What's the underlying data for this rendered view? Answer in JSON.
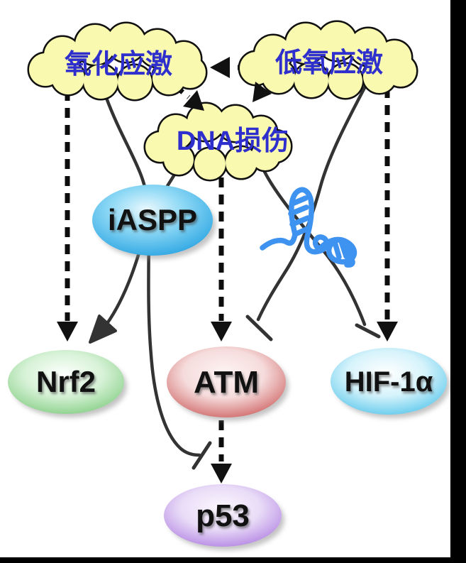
{
  "clouds": {
    "oxidative": {
      "label": "氧化应激"
    },
    "hypoxic": {
      "label": "低氧应激"
    },
    "dna_damage": {
      "label": "DNA损伤"
    }
  },
  "nodes": {
    "iaspp": {
      "label": "iASPP",
      "color": "#1E9EE0"
    },
    "nrf2": {
      "label": "Nrf2",
      "color": "#74C674"
    },
    "atm": {
      "label": "ATM",
      "color": "#C64A4A"
    },
    "hif1a": {
      "label": "HIF-1α",
      "color": "#41BEE8"
    },
    "p53": {
      "label": "p53",
      "color": "#A66FDE"
    }
  },
  "edges": [
    {
      "from": "低氧应激",
      "to": "氧化应激",
      "type": "dashed-arrow"
    },
    {
      "from": "氧化应激",
      "to": "DNA损伤",
      "type": "dashed-arrow"
    },
    {
      "from": "低氧应激",
      "to": "DNA损伤",
      "type": "dashed-arrow"
    },
    {
      "from": "氧化应激",
      "to": "Nrf2",
      "type": "dashed-arrow"
    },
    {
      "from": "DNA损伤",
      "to": "ATM",
      "type": "dashed-arrow"
    },
    {
      "from": "低氧应激",
      "to": "HIF-1α",
      "type": "dashed-arrow"
    },
    {
      "from": "ATM",
      "to": "p53",
      "type": "dashed-arrow"
    },
    {
      "from": "iASPP",
      "to": "Nrf2",
      "type": "solid-arrow"
    },
    {
      "from": "iASPP",
      "to": "p53",
      "type": "inhibition"
    },
    {
      "from": "DNA损伤",
      "to": "HIF-1α",
      "type": "inhibition"
    },
    {
      "from": "低氧应激",
      "to": "ATM",
      "type": "inhibition"
    }
  ],
  "icons": {
    "rna": "rna-squiggle-icon",
    "rna_color": "#3E92F0"
  },
  "colors": {
    "cloud_fill": "#FAF9B0",
    "cloud_outline": "#111111",
    "cloud_text": "#2F2FCE",
    "edge_line": "#333333",
    "frame": "#000000",
    "background": "#FFFFFF"
  }
}
